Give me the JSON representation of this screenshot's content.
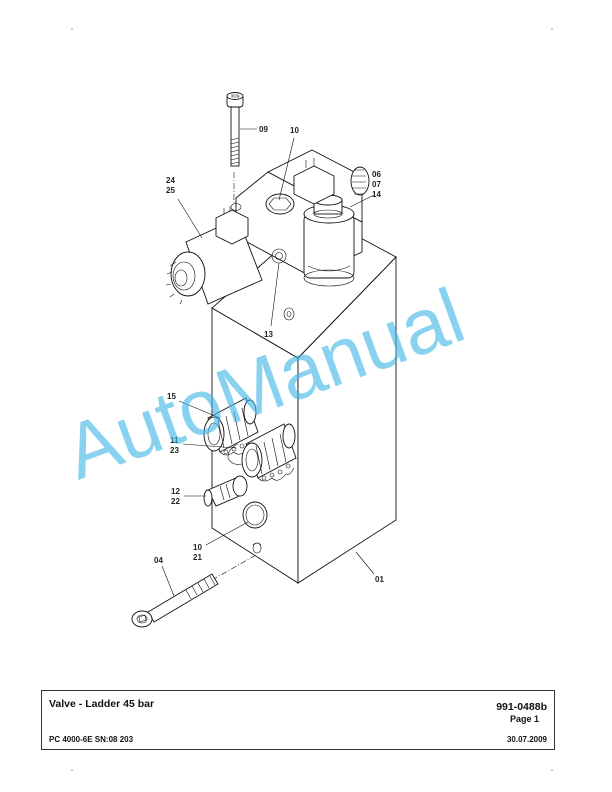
{
  "drawing": {
    "callouts": [
      {
        "id": "c09",
        "lines": [
          "09"
        ]
      },
      {
        "id": "c10top",
        "lines": [
          "10"
        ]
      },
      {
        "id": "c2425",
        "lines": [
          "24",
          "25"
        ]
      },
      {
        "id": "c060714",
        "lines": [
          "06",
          "07",
          "14"
        ]
      },
      {
        "id": "c13",
        "lines": [
          "13"
        ]
      },
      {
        "id": "c15",
        "lines": [
          "15"
        ]
      },
      {
        "id": "c1123",
        "lines": [
          "11",
          "23"
        ]
      },
      {
        "id": "c1222",
        "lines": [
          "12",
          "22"
        ]
      },
      {
        "id": "c1021",
        "lines": [
          "10",
          "21"
        ]
      },
      {
        "id": "c04",
        "lines": [
          "04"
        ]
      },
      {
        "id": "c01",
        "lines": [
          "01"
        ]
      }
    ]
  },
  "watermark": {
    "text": "AutoManual",
    "color": "#3fb6e6"
  },
  "title_block": {
    "title": "Valve - Ladder 45 bar",
    "doc_number": "991-0488b",
    "page": "Page 1",
    "model": "PC 4000-6E SN:08 203",
    "date": "30.07.2009"
  }
}
